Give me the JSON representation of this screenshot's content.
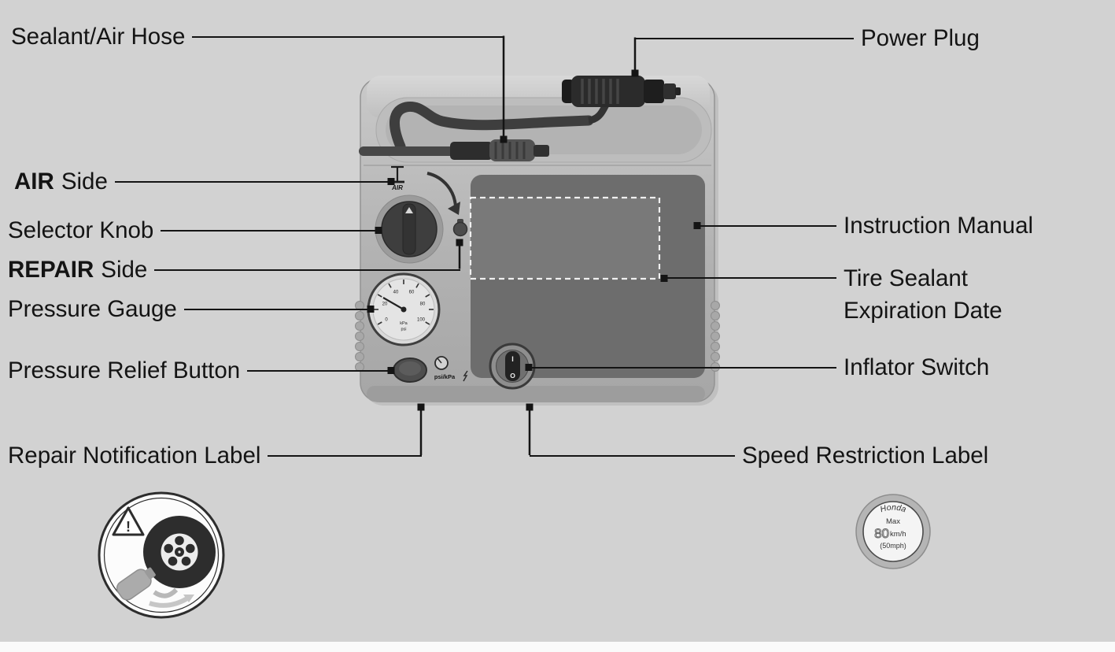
{
  "colors": {
    "background": "#d2d2d2",
    "leader_line": "#141414",
    "device_panel_dark": "#6d6d6d",
    "device_body": "#b4b4b4"
  },
  "callouts": {
    "sealant_air_hose": "Sealant/Air Hose",
    "power_plug": "Power Plug",
    "air_side": {
      "bold": "AIR",
      "rest": "Side"
    },
    "selector_knob": "Selector Knob",
    "repair_side": {
      "bold": "REPAIR",
      "rest": "Side"
    },
    "pressure_gauge": "Pressure Gauge",
    "pressure_relief_button": "Pressure Relief Button",
    "repair_notification_label": "Repair Notification Label",
    "instruction_manual": "Instruction Manual",
    "tire_sealant_expiration": {
      "line1": "Tire Sealant",
      "line2": "Expiration Date"
    },
    "inflator_switch": "Inflator Switch",
    "speed_restriction_label": "Speed Restriction Label"
  },
  "device_markings": {
    "air": "AIR",
    "gauge_numbers": [
      "0",
      "20",
      "40",
      "60",
      "80",
      "100"
    ],
    "gauge_units": [
      "kPa",
      "psi"
    ],
    "pressure_units": "psi/kPa",
    "switch_on": "I",
    "switch_off": "O"
  },
  "repair_label_icon": {
    "warning_mark": "!"
  },
  "speed_label": {
    "brand": "Honda",
    "max": "Max",
    "value": "80",
    "unit": "km/h",
    "mph": "(50mph)"
  }
}
